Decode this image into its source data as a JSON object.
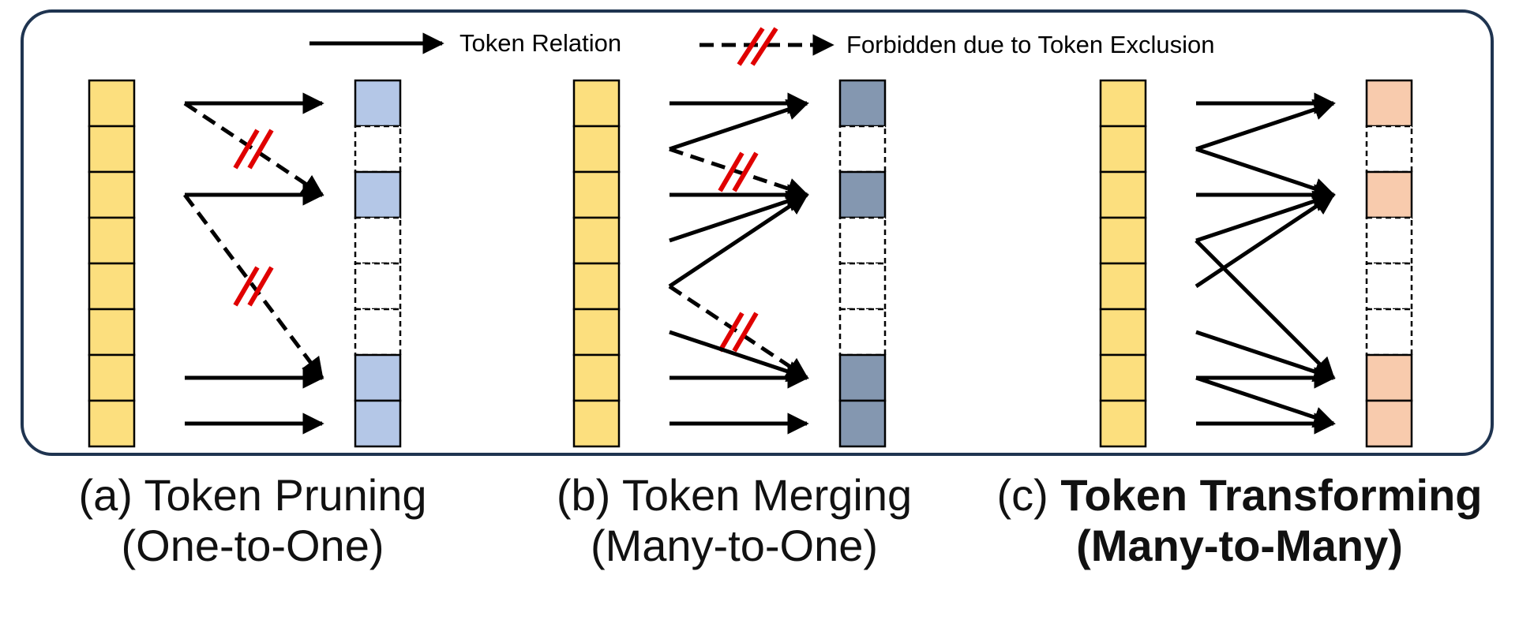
{
  "legend": {
    "relation_label": "Token Relation",
    "forbidden_label": "Forbidden due to Token Exclusion"
  },
  "colors": {
    "frame": "#1f3450",
    "input_token": "#fcdf7e",
    "pruned_token": "#b4c7e7",
    "merged_token": "#8497b0",
    "transformed_token": "#f8cbad",
    "forbidden_mark": "#e00000",
    "arrow": "#000000"
  },
  "panels": [
    {
      "id": "pruning",
      "caption_prefix": "(a) ",
      "caption_title": "Token Pruning",
      "caption_sub": "(One-to-One)",
      "caption_bold": false,
      "input_tokens": 8,
      "output_slots": [
        "filled",
        "empty",
        "filled",
        "empty",
        "empty",
        "empty",
        "filled",
        "filled"
      ],
      "relations": [
        {
          "from": 0,
          "to": 0,
          "type": "relation"
        },
        {
          "from": 0,
          "to": 2,
          "type": "forbidden"
        },
        {
          "from": 2,
          "to": 2,
          "type": "relation"
        },
        {
          "from": 2,
          "to": 6,
          "type": "forbidden"
        },
        {
          "from": 6,
          "to": 6,
          "type": "relation"
        },
        {
          "from": 7,
          "to": 7,
          "type": "relation"
        }
      ]
    },
    {
      "id": "merging",
      "caption_prefix": "(b) ",
      "caption_title": "Token Merging",
      "caption_sub": "(Many-to-One)",
      "caption_bold": false,
      "input_tokens": 8,
      "output_slots": [
        "filled",
        "empty",
        "filled",
        "empty",
        "empty",
        "empty",
        "filled",
        "filled"
      ],
      "relations": [
        {
          "from": 0,
          "to": 0,
          "type": "relation"
        },
        {
          "from": 1,
          "to": 0,
          "type": "relation"
        },
        {
          "from": 1,
          "to": 2,
          "type": "forbidden"
        },
        {
          "from": 2,
          "to": 2,
          "type": "relation"
        },
        {
          "from": 3,
          "to": 2,
          "type": "relation"
        },
        {
          "from": 4,
          "to": 2,
          "type": "relation"
        },
        {
          "from": 4,
          "to": 6,
          "type": "forbidden"
        },
        {
          "from": 5,
          "to": 6,
          "type": "relation"
        },
        {
          "from": 6,
          "to": 6,
          "type": "relation"
        },
        {
          "from": 7,
          "to": 7,
          "type": "relation"
        }
      ]
    },
    {
      "id": "transforming",
      "caption_prefix": "(c) ",
      "caption_title": "Token Transforming",
      "caption_sub": "(Many-to-Many)",
      "caption_bold": true,
      "input_tokens": 8,
      "output_slots": [
        "filled",
        "empty",
        "filled",
        "empty",
        "empty",
        "empty",
        "filled",
        "filled"
      ],
      "relations": [
        {
          "from": 0,
          "to": 0,
          "type": "relation"
        },
        {
          "from": 1,
          "to": 0,
          "type": "relation"
        },
        {
          "from": 1,
          "to": 2,
          "type": "relation"
        },
        {
          "from": 2,
          "to": 2,
          "type": "relation"
        },
        {
          "from": 3,
          "to": 2,
          "type": "relation"
        },
        {
          "from": 3,
          "to": 6,
          "type": "relation"
        },
        {
          "from": 4,
          "to": 2,
          "type": "relation"
        },
        {
          "from": 5,
          "to": 6,
          "type": "relation"
        },
        {
          "from": 6,
          "to": 6,
          "type": "relation"
        },
        {
          "from": 6,
          "to": 7,
          "type": "relation"
        },
        {
          "from": 7,
          "to": 7,
          "type": "relation"
        }
      ]
    }
  ]
}
